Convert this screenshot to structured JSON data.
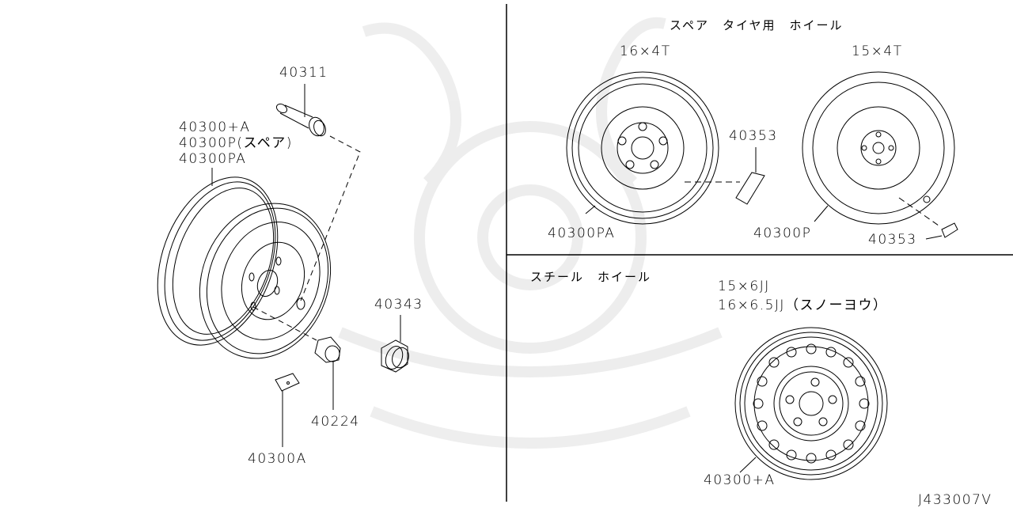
{
  "diagram_id": "J433007V",
  "left_panel": {
    "wheel_labels": [
      "40300+A",
      "40300P(スペア)",
      "40300PA"
    ],
    "valve_label": "40311",
    "nut_label": "40224",
    "cap_label": "40343",
    "weight_label": "40300A"
  },
  "top_right_panel": {
    "title": "スペア　タイヤ用　ホイール",
    "wheel1": {
      "size": "16×4T",
      "part": "40300PA",
      "sticker": "40353"
    },
    "wheel2": {
      "size": "15×4T",
      "part": "40300P",
      "sticker": "40353"
    }
  },
  "bottom_right_panel": {
    "title": "スチール　ホイール",
    "sizes": [
      "15×6JJ",
      "16×6.5JJ（スノーヨウ）"
    ],
    "part": "40300+A"
  },
  "colors": {
    "line": "#000000",
    "watermark": "#eeeeee",
    "background": "#ffffff"
  }
}
